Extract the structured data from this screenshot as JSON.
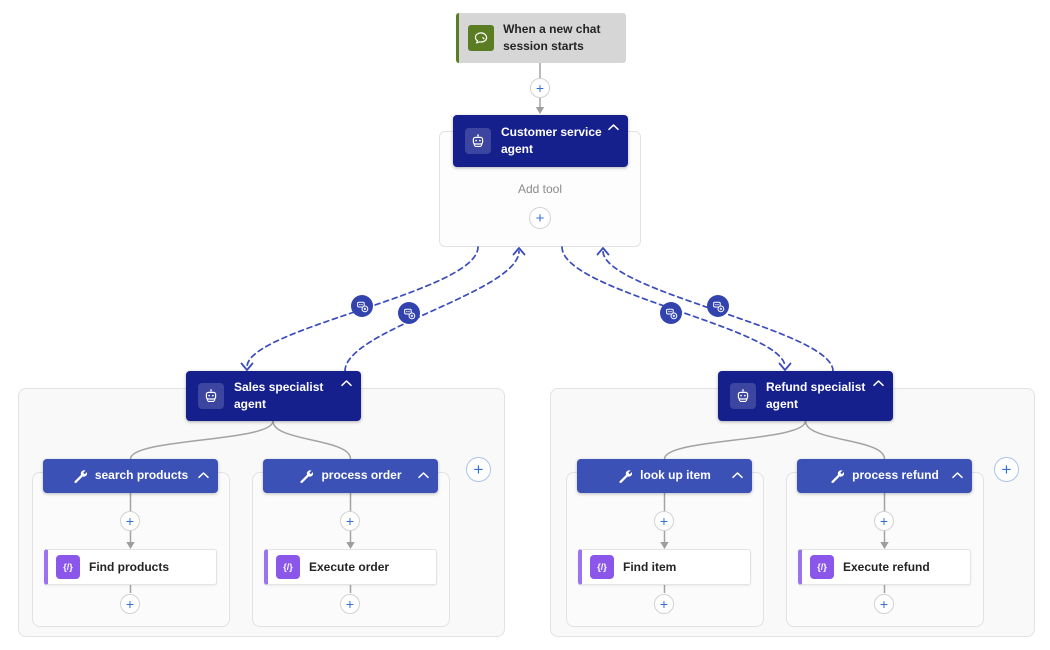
{
  "app": {
    "title": "Agent flow designer canvas"
  },
  "colors": {
    "agent_header": "#15208c",
    "tool_header": "#3b51b5",
    "trigger_green": "#5a7d24",
    "trigger_gray": "#d6d6d6",
    "action_purple": "#8a57ea",
    "action_accent": "#9b73f0",
    "dashed_connector_blue": "#3a4cbd",
    "handoff_badge_blue": "#3343ae",
    "plus_blue": "#3370d6",
    "connector_gray": "#a3a3a3"
  },
  "icons": {
    "trigger": "chat-icon",
    "agent": "agent-icon",
    "tool": "wrench-icon",
    "action": "code-icon",
    "handoff": "agent-handoff-icon",
    "collapse": "chevron-up-icon",
    "add": "plus-icon"
  },
  "glyphs": {
    "plus": "+",
    "code": "{/}"
  },
  "trigger": {
    "label": "When a new chat session starts"
  },
  "root_agent": {
    "label": "Customer service agent",
    "add_tool_label": "Add tool"
  },
  "agents": [
    {
      "label": "Sales specialist agent",
      "tools": [
        {
          "label": "search products",
          "action_label": "Find products"
        },
        {
          "label": "process order",
          "action_label": "Execute order"
        }
      ]
    },
    {
      "label": "Refund specialist agent",
      "tools": [
        {
          "label": "look up item",
          "action_label": "Find item"
        },
        {
          "label": "process refund",
          "action_label": "Execute refund"
        }
      ]
    }
  ]
}
